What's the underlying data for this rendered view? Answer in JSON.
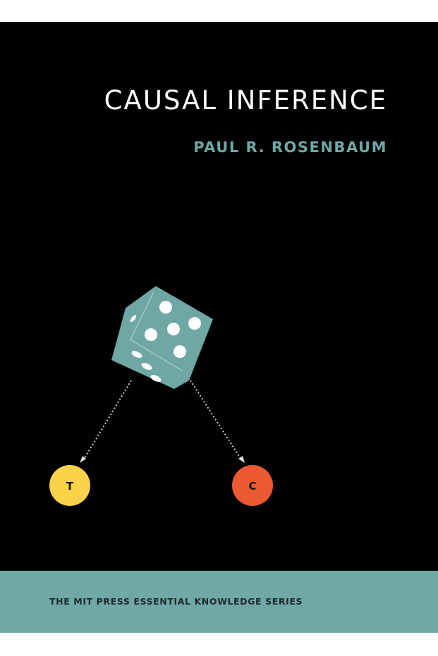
{
  "cover": {
    "title": "CAUSAL INFERENCE",
    "author": "PAUL R. ROSENBAUM",
    "series": "THE MIT PRESS ESSENTIAL KNOWLEDGE SERIES"
  },
  "illustration": {
    "die_icon": "die-five-face",
    "nodes": [
      {
        "label": "T",
        "color": "#f9d44a"
      },
      {
        "label": "C",
        "color": "#ec5a34"
      }
    ]
  },
  "colors": {
    "background": "#000000",
    "title": "#ffffff",
    "author": "#6fa7a4",
    "band": "#70a8a5",
    "die": "#6fa7a4"
  }
}
